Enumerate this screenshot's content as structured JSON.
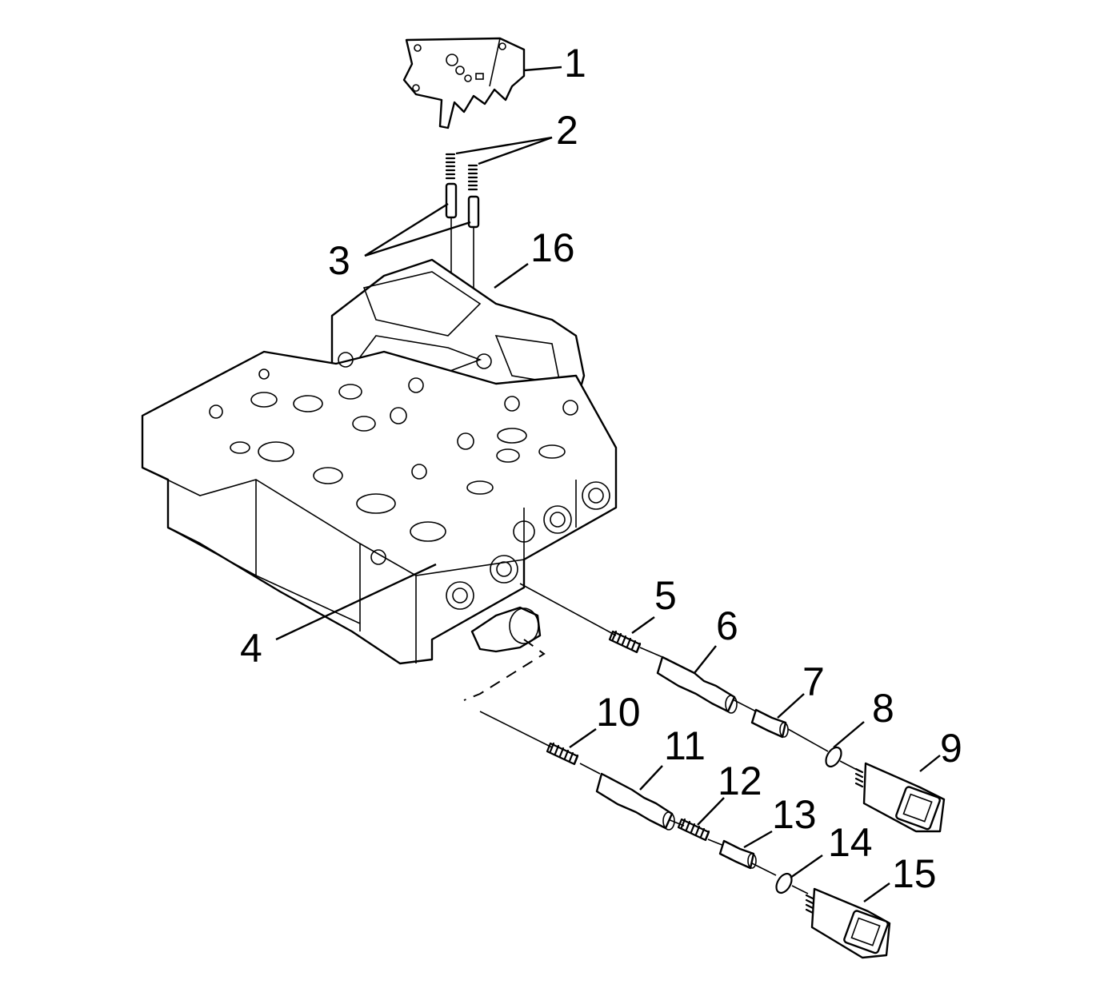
{
  "diagram": {
    "callouts": [
      {
        "id": "1",
        "text": "1"
      },
      {
        "id": "2",
        "text": "2"
      },
      {
        "id": "3",
        "text": "3"
      },
      {
        "id": "4",
        "text": "4"
      },
      {
        "id": "5",
        "text": "5"
      },
      {
        "id": "6",
        "text": "6"
      },
      {
        "id": "7",
        "text": "7"
      },
      {
        "id": "8",
        "text": "8"
      },
      {
        "id": "9",
        "text": "9"
      },
      {
        "id": "10",
        "text": "10"
      },
      {
        "id": "11",
        "text": "11"
      },
      {
        "id": "12",
        "text": "12"
      },
      {
        "id": "13",
        "text": "13"
      },
      {
        "id": "14",
        "text": "14"
      },
      {
        "id": "15",
        "text": "15"
      },
      {
        "id": "16",
        "text": "16"
      }
    ],
    "parts": [
      "bracket",
      "spring",
      "pin",
      "valve-body",
      "seal",
      "valve",
      "plunger",
      "o-ring",
      "solenoid",
      "gasket"
    ],
    "colors": {
      "line": "#000000",
      "background": "#ffffff"
    }
  }
}
